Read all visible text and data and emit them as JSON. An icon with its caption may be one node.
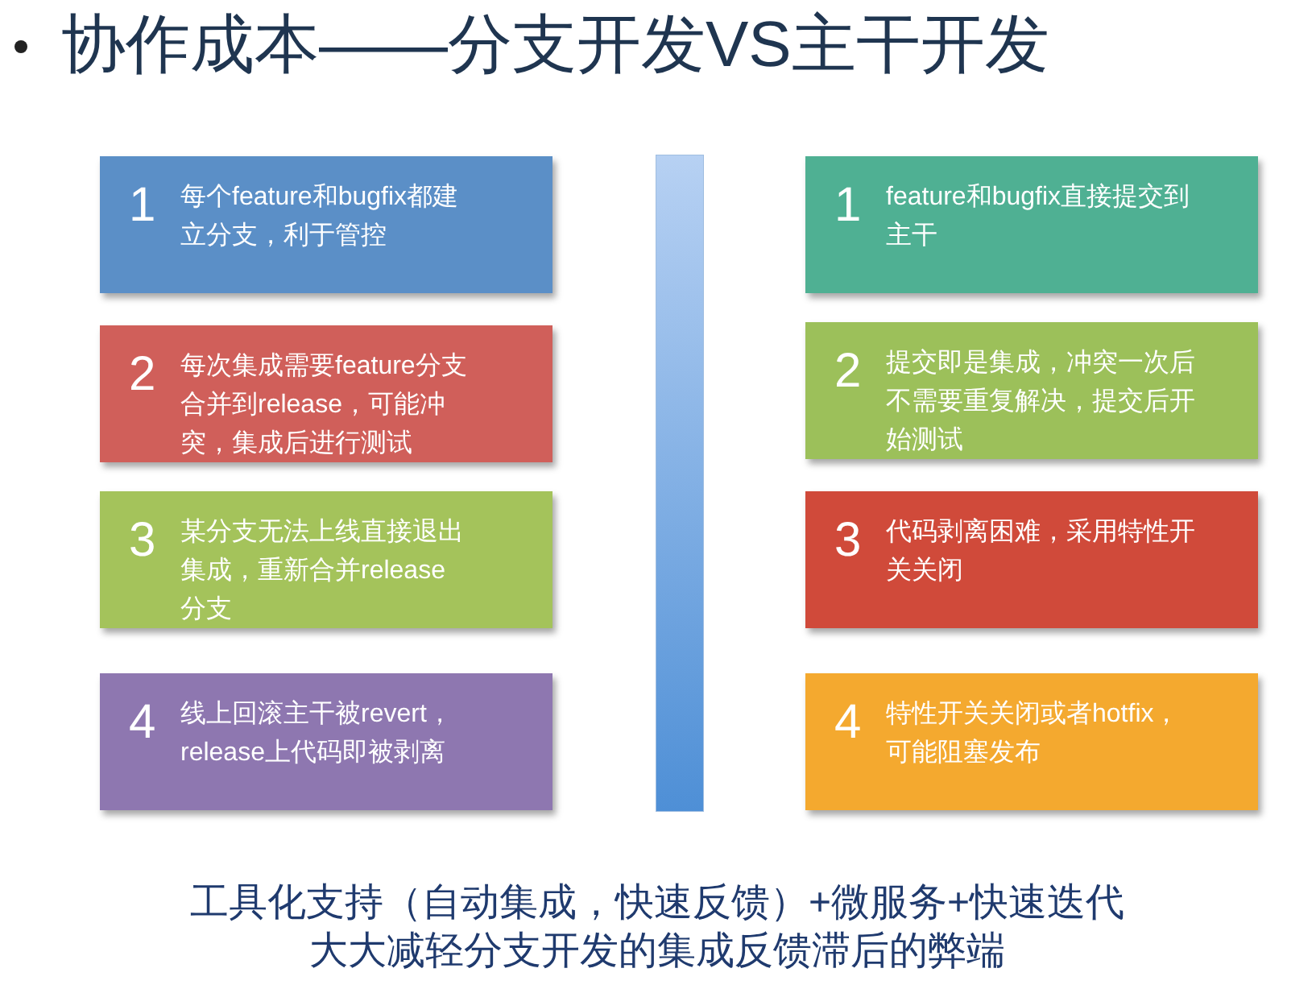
{
  "diagram": {
    "title": "协作成本——分支开发VS主干开发",
    "nodes": [
      {
        "text": [
          "1",
          "每个feature和bugfix都建立分支，利于管控"
        ]
      },
      {
        "text": [
          "2",
          "每次集成需要feature分支合并到release，可能冲突，集成后进行测试"
        ]
      },
      {
        "text": [
          "3",
          "某分支无法上线直接退出集成，重新合并release分支"
        ]
      },
      {
        "text": [
          "4",
          "线上回滚主干被revert，release上代码即被剥离"
        ]
      },
      {
        "text": [
          "1",
          "feature和bugfix直接提交到主干"
        ]
      },
      {
        "text": [
          "2",
          "提交即是集成，冲突一次后不需要重复解决，提交后开始测试"
        ]
      },
      {
        "text": [
          "3",
          "代码剥离困难，采用特性开关关闭"
        ]
      },
      {
        "text": [
          "4",
          "特性开关关闭或者hotfix，可能阻塞发布"
        ]
      },
      {
        "text": [],
        "shape": "bar"
      }
    ],
    "edges": [],
    "caption": "工具化支持（自动集成，快速反馈）+微服务+快速迭代大大减轻分支开发的集成反馈滞后的弊端"
  }
}
